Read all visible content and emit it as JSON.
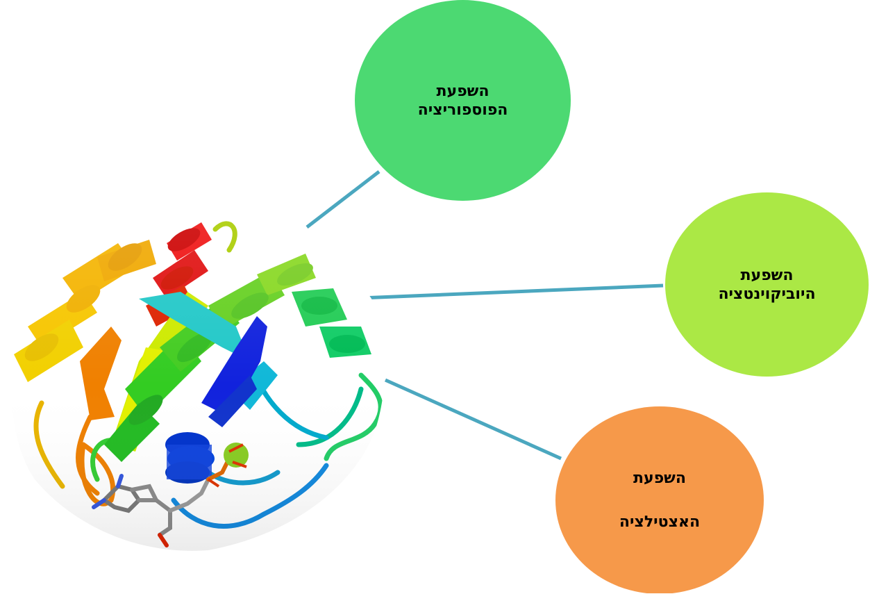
{
  "diagram": {
    "bubbles": [
      {
        "id": "phosphorylation",
        "line1": "השפעת",
        "line2": "הפוספוריציה",
        "color": "#4cd972"
      },
      {
        "id": "ubiquitination",
        "line1": "השפעת",
        "line2": "היוביקוינטציה",
        "color": "#abe845"
      },
      {
        "id": "acetylation",
        "line1": "השפעת",
        "line2": "האצטילציה",
        "color": "#f6994a"
      }
    ],
    "connector_color": "#4ba7bf",
    "protein_image": "protein-ribbon-structure"
  }
}
